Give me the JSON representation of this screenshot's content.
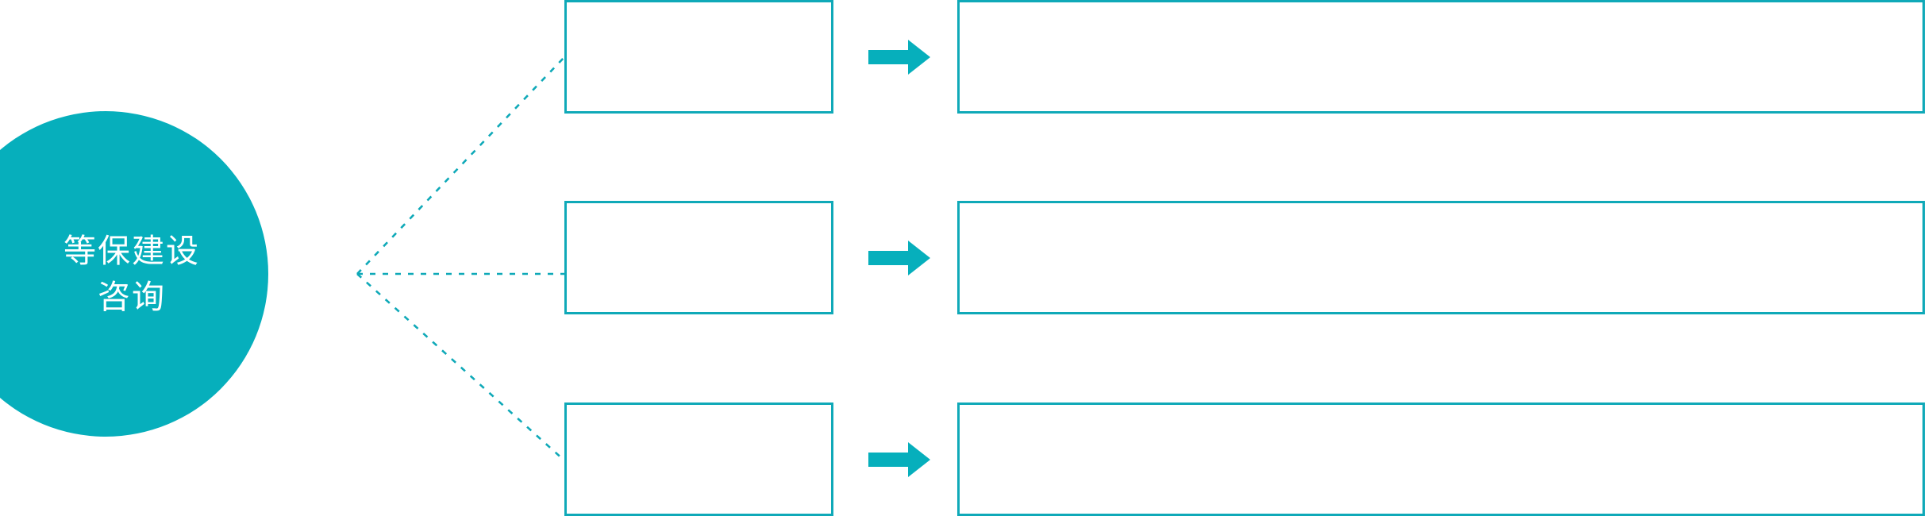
{
  "diagram": {
    "type": "fan-out process diagram",
    "palette": {
      "teal_fill": "#06AFBC",
      "teal_stroke": "#0FA9B8",
      "background": "#FFFFFF",
      "hub_text": "#FFFFFF"
    },
    "hub": {
      "name": "hub-node",
      "shape": "circle",
      "lines": [
        "等保建设",
        "咨询"
      ]
    },
    "connector": {
      "style": "dotted",
      "color": "#0FA9B8",
      "branch_count": 3
    },
    "rows": [
      {
        "id": "row-1",
        "stage_label": "",
        "arrow_icon": "right-block-arrow-icon",
        "detail_text": ""
      },
      {
        "id": "row-2",
        "stage_label": "",
        "arrow_icon": "right-block-arrow-icon",
        "detail_text": ""
      },
      {
        "id": "row-3",
        "stage_label": "",
        "arrow_icon": "right-block-arrow-icon",
        "detail_text": ""
      }
    ]
  }
}
